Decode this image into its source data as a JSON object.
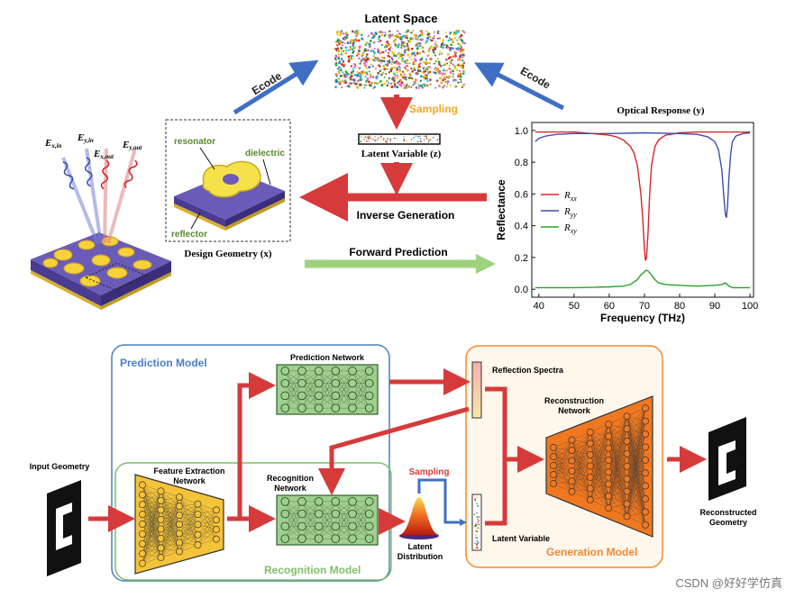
{
  "top": {
    "latent_space": "Latent Space",
    "encode_left": "Ecode",
    "encode_right": "Ecode",
    "sampling": "Sampling",
    "latent_variable": "Latent Variable (z)",
    "inverse_generation": "Inverse Generation",
    "forward_prediction": "Forward Prediction",
    "design_geometry": "Design Geometry (x)",
    "resonator": "resonator",
    "dielectric": "dielectric",
    "reflector": "reflector",
    "field_labels": [
      "E",
      "E",
      "E",
      "E"
    ],
    "field_subs": [
      "x,in",
      "y,in",
      "x,out",
      "y,out"
    ]
  },
  "chart_data": {
    "type": "line",
    "title": "Optical Response (y)",
    "xlabel": "Frequency (THz)",
    "ylabel": "Reflectance",
    "xlim": [
      38,
      101
    ],
    "ylim": [
      -0.05,
      1.05
    ],
    "xticks": [
      40,
      50,
      60,
      70,
      80,
      90,
      100
    ],
    "yticks": [
      0.0,
      0.2,
      0.4,
      0.6,
      0.8,
      1.0
    ],
    "legend_position": "center-left",
    "series": [
      {
        "name": "R",
        "sub": "xx",
        "color": "#d62728",
        "x": [
          39,
          45,
          50,
          55,
          60,
          62,
          64,
          66,
          67,
          68,
          69,
          69.5,
          70,
          70.3,
          70.6,
          71,
          71.5,
          72,
          73,
          74,
          76,
          80,
          85,
          90,
          95,
          100
        ],
        "y": [
          0.99,
          0.99,
          0.99,
          0.98,
          0.97,
          0.96,
          0.94,
          0.9,
          0.86,
          0.78,
          0.6,
          0.45,
          0.25,
          0.18,
          0.2,
          0.35,
          0.6,
          0.78,
          0.9,
          0.94,
          0.97,
          0.985,
          0.99,
          0.99,
          0.99,
          0.99
        ]
      },
      {
        "name": "R",
        "sub": "yy",
        "color": "#3b4fa8",
        "x": [
          39,
          40,
          42,
          45,
          50,
          60,
          70,
          80,
          85,
          88,
          90,
          91,
          92,
          92.5,
          93,
          93.3,
          93.6,
          94,
          94.5,
          95,
          96,
          98,
          100
        ],
        "y": [
          0.93,
          0.95,
          0.965,
          0.975,
          0.98,
          0.98,
          0.985,
          0.98,
          0.975,
          0.96,
          0.93,
          0.88,
          0.75,
          0.6,
          0.47,
          0.45,
          0.52,
          0.7,
          0.85,
          0.93,
          0.965,
          0.98,
          0.985
        ]
      },
      {
        "name": "R",
        "sub": "xy",
        "color": "#2ca02c",
        "x": [
          39,
          45,
          50,
          55,
          60,
          64,
          66,
          68,
          69,
          70,
          70.5,
          71,
          72,
          73,
          74,
          76,
          80,
          85,
          90,
          92,
          93,
          94,
          95,
          100
        ],
        "y": [
          0.01,
          0.01,
          0.01,
          0.012,
          0.015,
          0.02,
          0.03,
          0.06,
          0.09,
          0.11,
          0.12,
          0.115,
          0.09,
          0.06,
          0.04,
          0.03,
          0.025,
          0.02,
          0.025,
          0.03,
          0.04,
          0.02,
          0.01,
          0.01
        ]
      }
    ]
  },
  "bottom": {
    "prediction_model": "Prediction Model",
    "prediction_network": "Prediction Network",
    "feature_extraction": [
      "Feature Extraction",
      "Network"
    ],
    "recognition_network": [
      "Recognition",
      "Network"
    ],
    "recognition_model": "Recognition Model",
    "input_geometry": "Input Geometry",
    "sampling": "Sampling",
    "latent_distribution": [
      "Latent",
      "Distribution"
    ],
    "reflection_spectra": "Reflection Spectra",
    "latent_variable": "Latent Variable",
    "reconstruction_network": [
      "Reconstruction",
      "Network"
    ],
    "generation_model": "Generation Model",
    "reconstructed_geometry": [
      "Reconstructed",
      "Geometry"
    ]
  },
  "watermark": "CSDN @好好学仿真",
  "colors": {
    "red_arrow": "#d63a3a",
    "blue_arrow": "#3f6fc4",
    "green_arrow": "#8fcf6f",
    "prediction_box": "#4a7fc1",
    "recognition_box": "#7fbf6a",
    "generation_box": "#f08a30"
  }
}
